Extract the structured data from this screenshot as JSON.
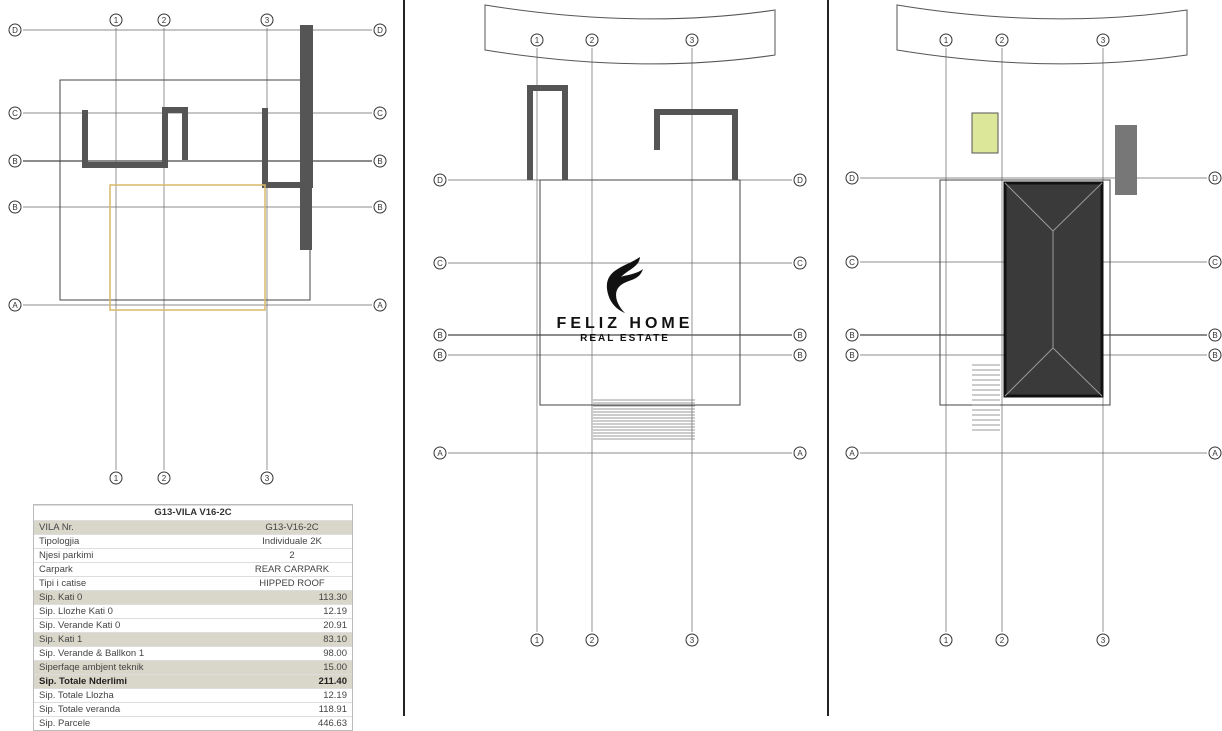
{
  "plans": [
    {
      "name": "ground-floor",
      "grid_rows": [
        "D",
        "C",
        "B",
        "B",
        "A"
      ],
      "grid_cols": [
        "1",
        "2",
        "3"
      ],
      "section_marker": "A",
      "side_marker": "B"
    },
    {
      "name": "first-floor",
      "grid_rows": [
        "D",
        "C",
        "B",
        "B",
        "A"
      ],
      "grid_cols": [
        "1",
        "2",
        "3"
      ],
      "section_marker": "A",
      "side_marker": "B"
    },
    {
      "name": "roof-plan",
      "grid_rows": [
        "D",
        "C",
        "B",
        "B",
        "A"
      ],
      "grid_cols": [
        "1",
        "2",
        "3"
      ],
      "section_marker": "A",
      "side_marker": "B"
    }
  ],
  "logo": {
    "name": "FELIZ HOME",
    "subtitle": "REAL ESTATE"
  },
  "table": {
    "title": "G13-VILA V16-2C",
    "rows": [
      {
        "label": "VILA Nr.",
        "value": "G13-V16-2C",
        "shaded": true
      },
      {
        "label": "Tipologjia",
        "value": "Individuale 2K"
      },
      {
        "label": "Njesi parkimi",
        "value": "2"
      },
      {
        "label": "Carpark",
        "value": "REAR CARPARK"
      },
      {
        "label": "Tipi i catise",
        "value": "HIPPED ROOF"
      },
      {
        "label": "Sip. Kati 0",
        "value": "113.30",
        "shaded": true
      },
      {
        "label": "Sip. Llozhe Kati 0",
        "value": "12.19"
      },
      {
        "label": "Sip. Verande Kati 0",
        "value": "20.91"
      },
      {
        "label": "Sip. Kati 1",
        "value": "83.10",
        "shaded": true
      },
      {
        "label": "Sip. Verande & Ballkon 1",
        "value": "98.00"
      },
      {
        "label": "Siperfaqe ambjent teknik",
        "value": "15.00",
        "shaded": true
      },
      {
        "label": "Sip. Totale Nderlimi",
        "value": "211.40",
        "shaded": true,
        "bold": true
      },
      {
        "label": "Sip. Totale Llozha",
        "value": "12.19"
      },
      {
        "label": "Sip. Totale veranda",
        "value": "118.91"
      },
      {
        "label": "Sip. Parcele",
        "value": "446.63"
      }
    ]
  }
}
